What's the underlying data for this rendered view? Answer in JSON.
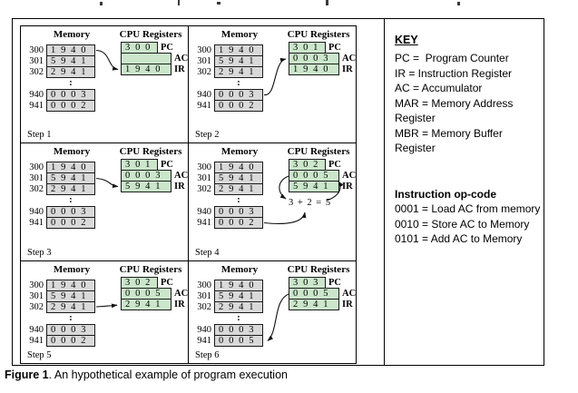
{
  "figure_caption": {
    "bold": "Figure 1",
    "text": ". An hypothetical example of program execution"
  },
  "panels": {
    "memory_header": "Memory",
    "cpu_header": "CPU Registers",
    "ellipsis": ":",
    "reg_labels": {
      "pc": "PC",
      "ac": "AC",
      "ir": "IR"
    },
    "steps": [
      {
        "label": "Step 1",
        "memory": [
          {
            "addr": "300",
            "value": "1 9 4 0"
          },
          {
            "addr": "301",
            "value": "5 9 4 1"
          },
          {
            "addr": "302",
            "value": "2 9 4 1"
          },
          {
            "addr": "940",
            "value": "0 0 0 3"
          },
          {
            "addr": "941",
            "value": "0 0 0 2"
          }
        ],
        "registers": {
          "pc": "3 0 0",
          "ac": "",
          "ir": "1 9 4 0"
        }
      },
      {
        "label": "Step 2",
        "memory": [
          {
            "addr": "300",
            "value": "1 9 4 0"
          },
          {
            "addr": "301",
            "value": "5 9 4 1"
          },
          {
            "addr": "302",
            "value": "2 9 4 1"
          },
          {
            "addr": "940",
            "value": "0 0 0 3"
          },
          {
            "addr": "941",
            "value": "0 0 0 2"
          }
        ],
        "registers": {
          "pc": "3 0 1",
          "ac": "0 0 0 3",
          "ir": "1 9 4 0"
        }
      },
      {
        "label": "Step 3",
        "memory": [
          {
            "addr": "300",
            "value": "1 9 4 0"
          },
          {
            "addr": "301",
            "value": "5 9 4 1"
          },
          {
            "addr": "302",
            "value": "2 9 4 1"
          },
          {
            "addr": "940",
            "value": "0 0 0 3"
          },
          {
            "addr": "941",
            "value": "0 0 0 2"
          }
        ],
        "registers": {
          "pc": "3 0 1",
          "ac": "0 0 0 3",
          "ir": "5 9 4 1"
        }
      },
      {
        "label": "Step 4",
        "memory": [
          {
            "addr": "300",
            "value": "1 9 4 0"
          },
          {
            "addr": "301",
            "value": "5 9 4 1"
          },
          {
            "addr": "302",
            "value": "2 9 4 1"
          },
          {
            "addr": "940",
            "value": "0 0 0 3"
          },
          {
            "addr": "941",
            "value": "0 0 0 2"
          }
        ],
        "registers": {
          "pc": "3 0 2",
          "ac": "0 0 0 5",
          "ir": "5 9 4 1"
        },
        "annotation": "3 + 2 = 5"
      },
      {
        "label": "Step 5",
        "memory": [
          {
            "addr": "300",
            "value": "1 9 4 0"
          },
          {
            "addr": "301",
            "value": "5 9 4 1"
          },
          {
            "addr": "302",
            "value": "2 9 4 1"
          },
          {
            "addr": "940",
            "value": "0 0 0 3"
          },
          {
            "addr": "941",
            "value": "0 0 0 2"
          }
        ],
        "registers": {
          "pc": "3 0 2",
          "ac": "0 0 0 5",
          "ir": "2 9 4 1"
        }
      },
      {
        "label": "Step 6",
        "memory": [
          {
            "addr": "300",
            "value": "1 9 4 0"
          },
          {
            "addr": "301",
            "value": "5 9 4 1"
          },
          {
            "addr": "302",
            "value": "2 9 4 1"
          },
          {
            "addr": "940",
            "value": "0 0 0 3"
          },
          {
            "addr": "941",
            "value": "0 0 0 5"
          }
        ],
        "registers": {
          "pc": "3 0 3",
          "ac": "0 0 0 5",
          "ir": "2 9 4 1"
        }
      }
    ]
  },
  "key": {
    "title": "KEY",
    "lines": [
      "PC =  Program Counter",
      "IR = Instruction Register",
      "AC = Accumulator",
      "MAR = Memory Address",
      "Register",
      "MBR = Memory Buffer",
      "Register"
    ],
    "opcode_title": "Instruction op-code",
    "opcode_lines": [
      "0001 = Load AC from memory",
      "0010 = Store AC to Memory",
      "0101 = Add AC to Memory"
    ]
  },
  "colors": {
    "register_fill": "#cbe6cb",
    "memory_fill": "#d9d9d9",
    "border": "#000000"
  }
}
